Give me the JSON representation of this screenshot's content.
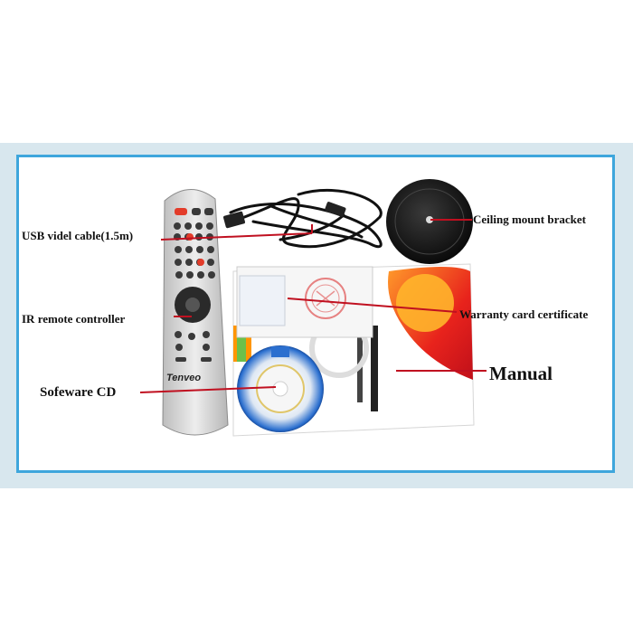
{
  "labels": {
    "usb_cable": "USB videl cable(1.5m)",
    "ceiling_bracket": "Ceiling mount bracket",
    "ir_remote": "IR remote controller",
    "warranty": "Warranty card certificate",
    "manual": "Manual",
    "cd": "Sofeware CD"
  },
  "remote_brand": "Tenveo",
  "colors": {
    "frame_border": "#3ea6dc",
    "pointer_line": "#c01020",
    "band": "#d8e7ee"
  }
}
